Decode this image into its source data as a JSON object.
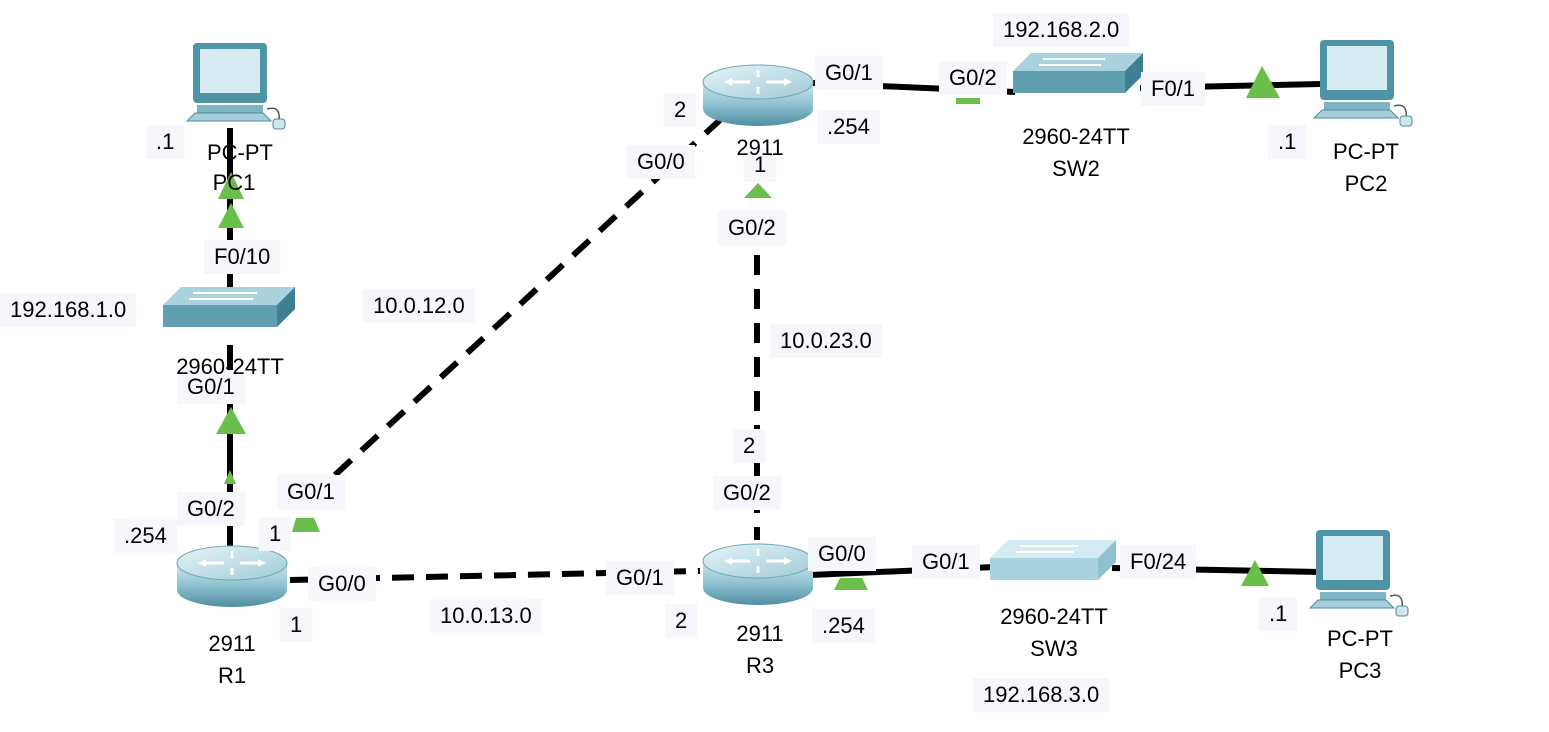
{
  "devices": {
    "pc1": {
      "model": "PC-PT",
      "name": "PC1"
    },
    "pc2": {
      "model": "PC-PT",
      "name": "PC2"
    },
    "pc3": {
      "model": "PC-PT",
      "name": "PC3"
    },
    "sw1": {
      "model": "2960-24TT",
      "name": ""
    },
    "sw2": {
      "model": "2960-24TT",
      "name": "SW2"
    },
    "sw3": {
      "model": "2960-24TT",
      "name": "SW3"
    },
    "r1": {
      "model": "2911",
      "name": "R1"
    },
    "r2": {
      "model": "2911",
      "name": ""
    },
    "r3": {
      "model": "2911",
      "name": "R3"
    }
  },
  "networks": {
    "lan1": "192.168.1.0",
    "lan2": "192.168.2.0",
    "lan3": "192.168.3.0",
    "r1_r2": "10.0.12.0",
    "r1_r3": "10.0.13.0",
    "r2_r3": "10.0.23.0"
  },
  "host_octets": {
    "pc1": ".1",
    "pc2": ".1",
    "pc3": ".1",
    "r1_lan": ".254",
    "r2_lan": ".254",
    "r3_lan": ".254",
    "r1_to_r2": "1",
    "r1_to_r3": "1",
    "r2_to_r1": "2",
    "r2_to_r3": "1",
    "r3_to_r2": "2",
    "r3_to_r1": "2"
  },
  "interfaces": {
    "pc1_sw1": "F0/10",
    "sw1_r1": "G0/1",
    "r1_sw1": "G0/2",
    "r1_r2": "G0/1",
    "r1_r3": "G0/0",
    "r2_r1": "G0/0",
    "r2_sw2": "G0/1",
    "r2_r3": "G0/2",
    "sw2_r2": "G0/2",
    "sw2_pc2": "F0/1",
    "r3_r1": "G0/1",
    "r3_r2": "G0/2",
    "r3_sw3": "G0/0",
    "sw3_r3": "G0/1",
    "sw3_pc3": "F0/24"
  },
  "colors": {
    "link": "#000000",
    "link_up": "#6abf4b",
    "router_body": "#7fb6c6",
    "switch_body": "#5f9fb0",
    "switch_light": "#bfe0ea",
    "pc_body": "#4f93a6",
    "label_bg": "#f6f7fb"
  }
}
